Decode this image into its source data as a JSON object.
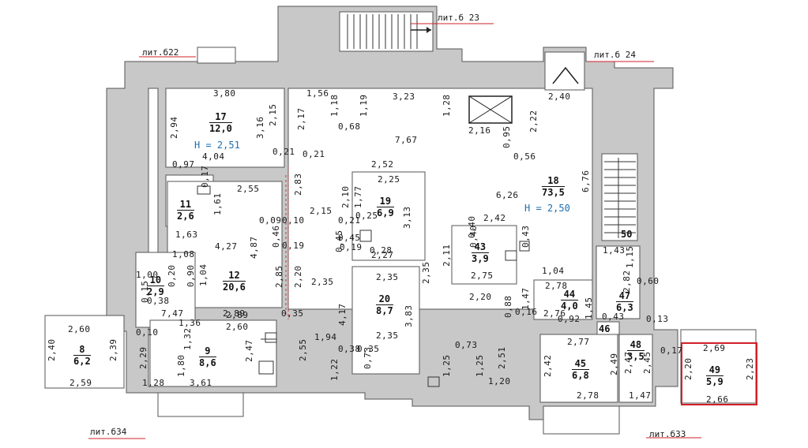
{
  "letters": {
    "a": "лит.б 23",
    "b": "лит.б22",
    "c": "лит.б 24",
    "d": "лит.б34",
    "e": "лит.б33"
  },
  "rooms": [
    {
      "num": "17",
      "area": "12,0"
    },
    {
      "num": "18",
      "area": "73,5"
    },
    {
      "num": "19",
      "area": "6,9"
    },
    {
      "num": "11",
      "area": "2,6"
    },
    {
      "num": "43",
      "area": "3,9"
    },
    {
      "num": "12",
      "area": "20,6"
    },
    {
      "num": "10",
      "area": "2,9"
    },
    {
      "num": "20",
      "area": "8,7"
    },
    {
      "num": "44",
      "area": "4,0"
    },
    {
      "num": "47",
      "area": "6,3"
    },
    {
      "num": "8",
      "area": "6,2"
    },
    {
      "num": "9",
      "area": "8,6"
    },
    {
      "num": "45",
      "area": "6,8"
    },
    {
      "num": "48",
      "area": "3,5"
    },
    {
      "num": "49",
      "area": "5,9"
    },
    {
      "num": "46",
      "area": ""
    },
    {
      "num": "50",
      "area": ""
    }
  ],
  "heights": [
    "H = 2,51",
    "H = 2,50"
  ],
  "dims": [
    "3,80",
    "1,56",
    "1,18",
    "1,19",
    "3,23",
    "1,28",
    "2,40",
    "2,94",
    "3,16",
    "2,15",
    "2,17",
    "0,68",
    "2,16",
    "0,95",
    "2,22",
    "7,67",
    "0,56",
    "4,04",
    "0,21",
    "0,21",
    "0,97",
    "0,17",
    "2,55",
    "2,83",
    "2,52",
    "2,25",
    "6,76",
    "6,26",
    "2,10",
    "1,77",
    "1,61",
    "0,09",
    "0,10",
    "2,15",
    "0,21",
    "0,25",
    "3,13",
    "0,40",
    "2,42",
    "1,63",
    "0,46",
    "0,45",
    "0,19",
    "0,19",
    "0,28",
    "0,45",
    "1,08",
    "4,27",
    "4,87",
    "2,27",
    "0,40",
    "0,43",
    "1,43",
    "1,15",
    "1,00",
    "0,20",
    "0,90",
    "1,04",
    "2,89",
    "2,85",
    "2,20",
    "2,35",
    "7,47",
    "2,35",
    "2,11",
    "2,75",
    "1,04",
    "0,60",
    "0,15",
    "0,38",
    "0,88",
    "1,47",
    "2,78",
    "2,82",
    "2,35",
    "2,89",
    "0,35",
    "4,17",
    "3,83",
    "2,20",
    "0,16",
    "2,76",
    "1,45",
    "0,92",
    "0,43",
    "0,13",
    "1,36",
    "2,60",
    "2,60",
    "0,10",
    "1,32",
    "2,40",
    "2,39",
    "2,29",
    "1,80",
    "2,47",
    "2,55",
    "1,94",
    "0,38",
    "0,35",
    "0,73",
    "2,35",
    "0,73",
    "2,51",
    "2,77",
    "0,17",
    "2,69",
    "1,22",
    "1,25",
    "1,25",
    "2,42",
    "2,49",
    "2,47",
    "2,45",
    "2,20",
    "2,23",
    "2,59",
    "1,28",
    "3,61",
    "1,20",
    "2,78",
    "1,47",
    "2,66"
  ]
}
